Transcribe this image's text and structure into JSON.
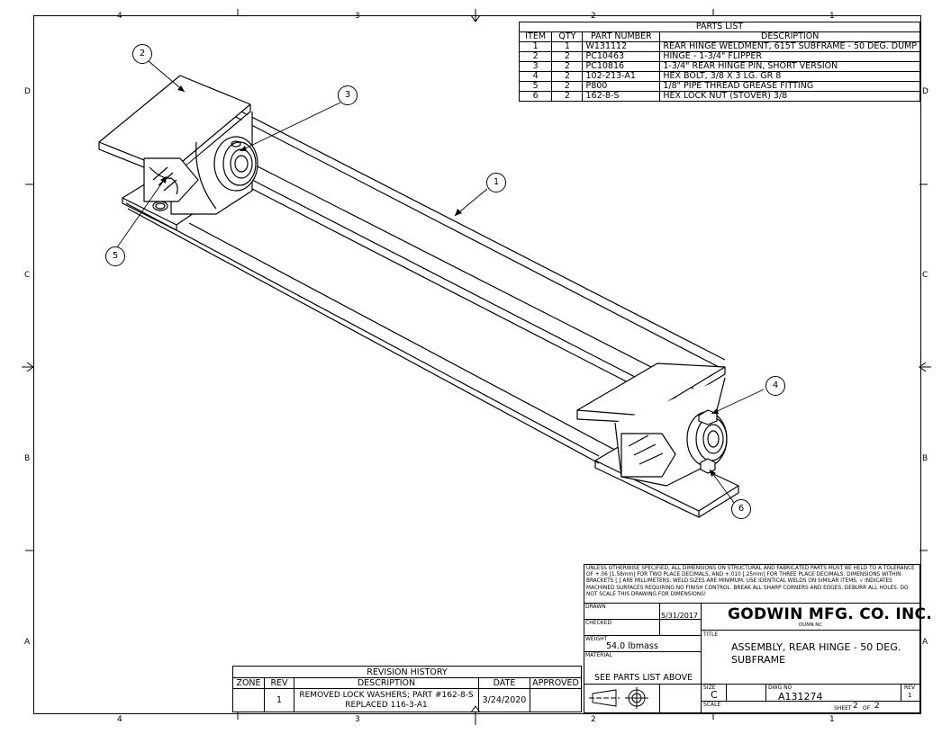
{
  "zones": {
    "top": [
      "4",
      "3",
      "2",
      "1"
    ],
    "bottom": [
      "4",
      "3",
      "2",
      "1"
    ],
    "left": [
      "D",
      "C",
      "B",
      "A"
    ],
    "right": [
      "D",
      "C",
      "B",
      "A"
    ]
  },
  "parts_list": {
    "title": "PARTS LIST",
    "headers": [
      "ITEM",
      "QTY",
      "PART NUMBER",
      "DESCRIPTION"
    ],
    "rows": [
      [
        "1",
        "1",
        "W131112",
        "REAR HINGE WELDMENT, 615T SUBFRAME - 50 DEG. DUMP"
      ],
      [
        "2",
        "2",
        "PC10463",
        "HINGE - 1-3/4\" FLIPPER"
      ],
      [
        "3",
        "2",
        "PC10816",
        "1-3/4\" REAR HINGE PIN, SHORT VERSION"
      ],
      [
        "4",
        "2",
        "102-213-A1",
        "HEX BOLT, 3/8 X 3 LG. GR 8"
      ],
      [
        "5",
        "2",
        "P800",
        "1/8\" PIPE THREAD GREASE FITTING"
      ],
      [
        "6",
        "2",
        "162-8-S",
        "HEX LOCK NUT (STOVER) 3/8"
      ]
    ]
  },
  "balloons": [
    "1",
    "2",
    "3",
    "4",
    "5",
    "6"
  ],
  "revision_history": {
    "title": "REVISION HISTORY",
    "headers": [
      "ZONE",
      "REV",
      "DESCRIPTION",
      "DATE",
      "APPROVED"
    ],
    "rows": [
      {
        "zone": "",
        "rev": "1",
        "description": "REMOVED LOCK WASHERS; PART #162-8-S REPLACED 116-3-A1",
        "date": "3/24/2020",
        "approved": ""
      }
    ]
  },
  "title_block": {
    "notes": "UNLESS OTHERWISE SPECIFIED, ALL DIMENSIONS ON STRUCTURAL AND FABRICATED PARTS MUST BE HELD TO A TOLERANCE OF +.06 [1.58mm] FOR TWO PLACE DECIMALS, AND +.010 [.25mm] FOR THREE PLACE DECIMALS. DIMENSIONS WITHIN BRACKETS [ ] ARE MILLIMETERS. WELD SIZES ARE MINIMUM. USE IDENTICAL WELDS ON SIMILAR ITEMS. √ INDICATES MACHINED SURFACES REQUIRING NO FINISH CONTROL. BREAK ALL SHARP CORNERS AND EDGES. DEBURR ALL HOLES. DO NOT SCALE THIS DRAWING FOR DIMENSIONS!",
    "drawn_label": "DRAWN",
    "drawn_date": "5/31/2017",
    "checked_label": "CHECKED",
    "weight_label": "WEIGHT",
    "weight_value": "54.0 lbmass",
    "material_label": "MATERIAL",
    "material_value": "SEE PARTS LIST ABOVE",
    "company": "GODWIN MFG. CO. INC.",
    "location": "DUNN NC",
    "title_label": "TITLE",
    "title_line1": "ASSEMBLY, REAR HINGE - 50 DEG.",
    "title_line2": "SUBFRAME",
    "size_label": "SIZE",
    "size_value": "C",
    "dwg_label": "DWG NO",
    "dwg_value": "A131274",
    "rev_label": "REV",
    "rev_value": "1",
    "scale_label": "SCALE",
    "sheet_label": "SHEET",
    "sheet_num": "2",
    "of_label": "OF",
    "sheet_total": "2"
  }
}
